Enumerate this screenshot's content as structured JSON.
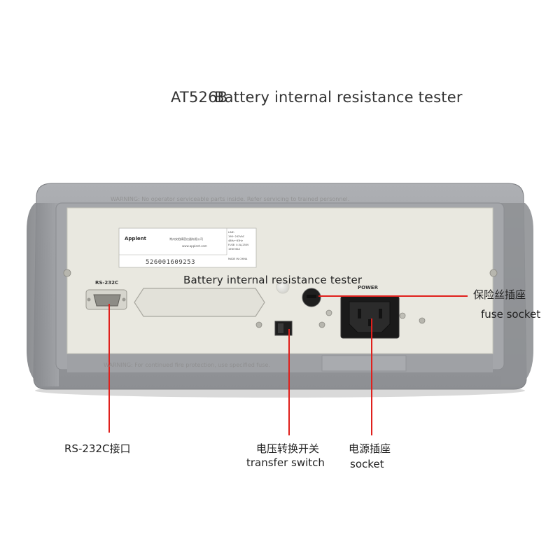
{
  "title": {
    "model": "AT526B",
    "description": "Battery internal resistance tester"
  },
  "device": {
    "overlay_caption": "Battery internal resistance tester",
    "brand": "Applent",
    "company_cn": "常州安柏精密仪器有限公司",
    "website": "www.applent.com",
    "serial_number": "526001609253",
    "spec_lines": [
      "LINE:",
      "198~242VAC",
      "48Hz~63Hz",
      "FUSE: 0.5A,250V",
      "15W MAX",
      "MADE IN CHINA"
    ],
    "rs232_label": "RS-232C",
    "power_label": "POWER",
    "warning_top": "WARNING: No operator serviceable parts inside. Refer servicing to trained personnel.",
    "warning_bottom": "WARNING: For continued fire protection, use specified fuse."
  },
  "callouts": {
    "fuse_cn": "保险丝插座",
    "fuse_en": "fuse socket",
    "rs232_cn": "RS-232C接口",
    "switch_cn": "电压转换开关",
    "switch_en": "transfer switch",
    "power_cn": "电源插座",
    "power_en": "socket"
  },
  "colors": {
    "leader_line": "#e0201c",
    "chassis": "#9b9da1",
    "panel": "#e9e8e0"
  }
}
